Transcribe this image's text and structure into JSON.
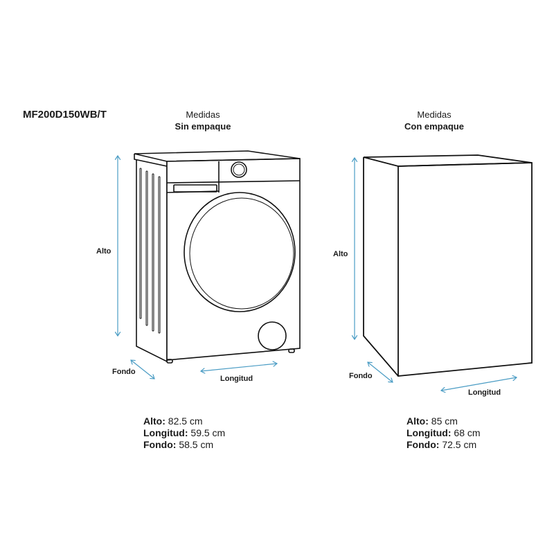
{
  "model": "MF200D150WB/T",
  "accent_color": "#4a9cc4",
  "unpacked": {
    "heading": "Medidas",
    "subheading": "Sin empaque",
    "labels": {
      "alto": "Alto",
      "fondo": "Fondo",
      "longitud": "Longitud"
    },
    "specs": [
      {
        "label": "Alto:",
        "value": "82.5 cm"
      },
      {
        "label": "Longitud:",
        "value": "59.5 cm"
      },
      {
        "label": "Fondo:",
        "value": "58.5 cm"
      }
    ]
  },
  "packed": {
    "heading": "Medidas",
    "subheading": "Con empaque",
    "labels": {
      "alto": "Alto",
      "fondo": "Fondo",
      "longitud": "Longitud"
    },
    "specs": [
      {
        "label": "Alto:",
        "value": "85 cm"
      },
      {
        "label": "Longitud:",
        "value": "68 cm"
      },
      {
        "label": "Fondo:",
        "value": "72.5 cm"
      }
    ]
  }
}
